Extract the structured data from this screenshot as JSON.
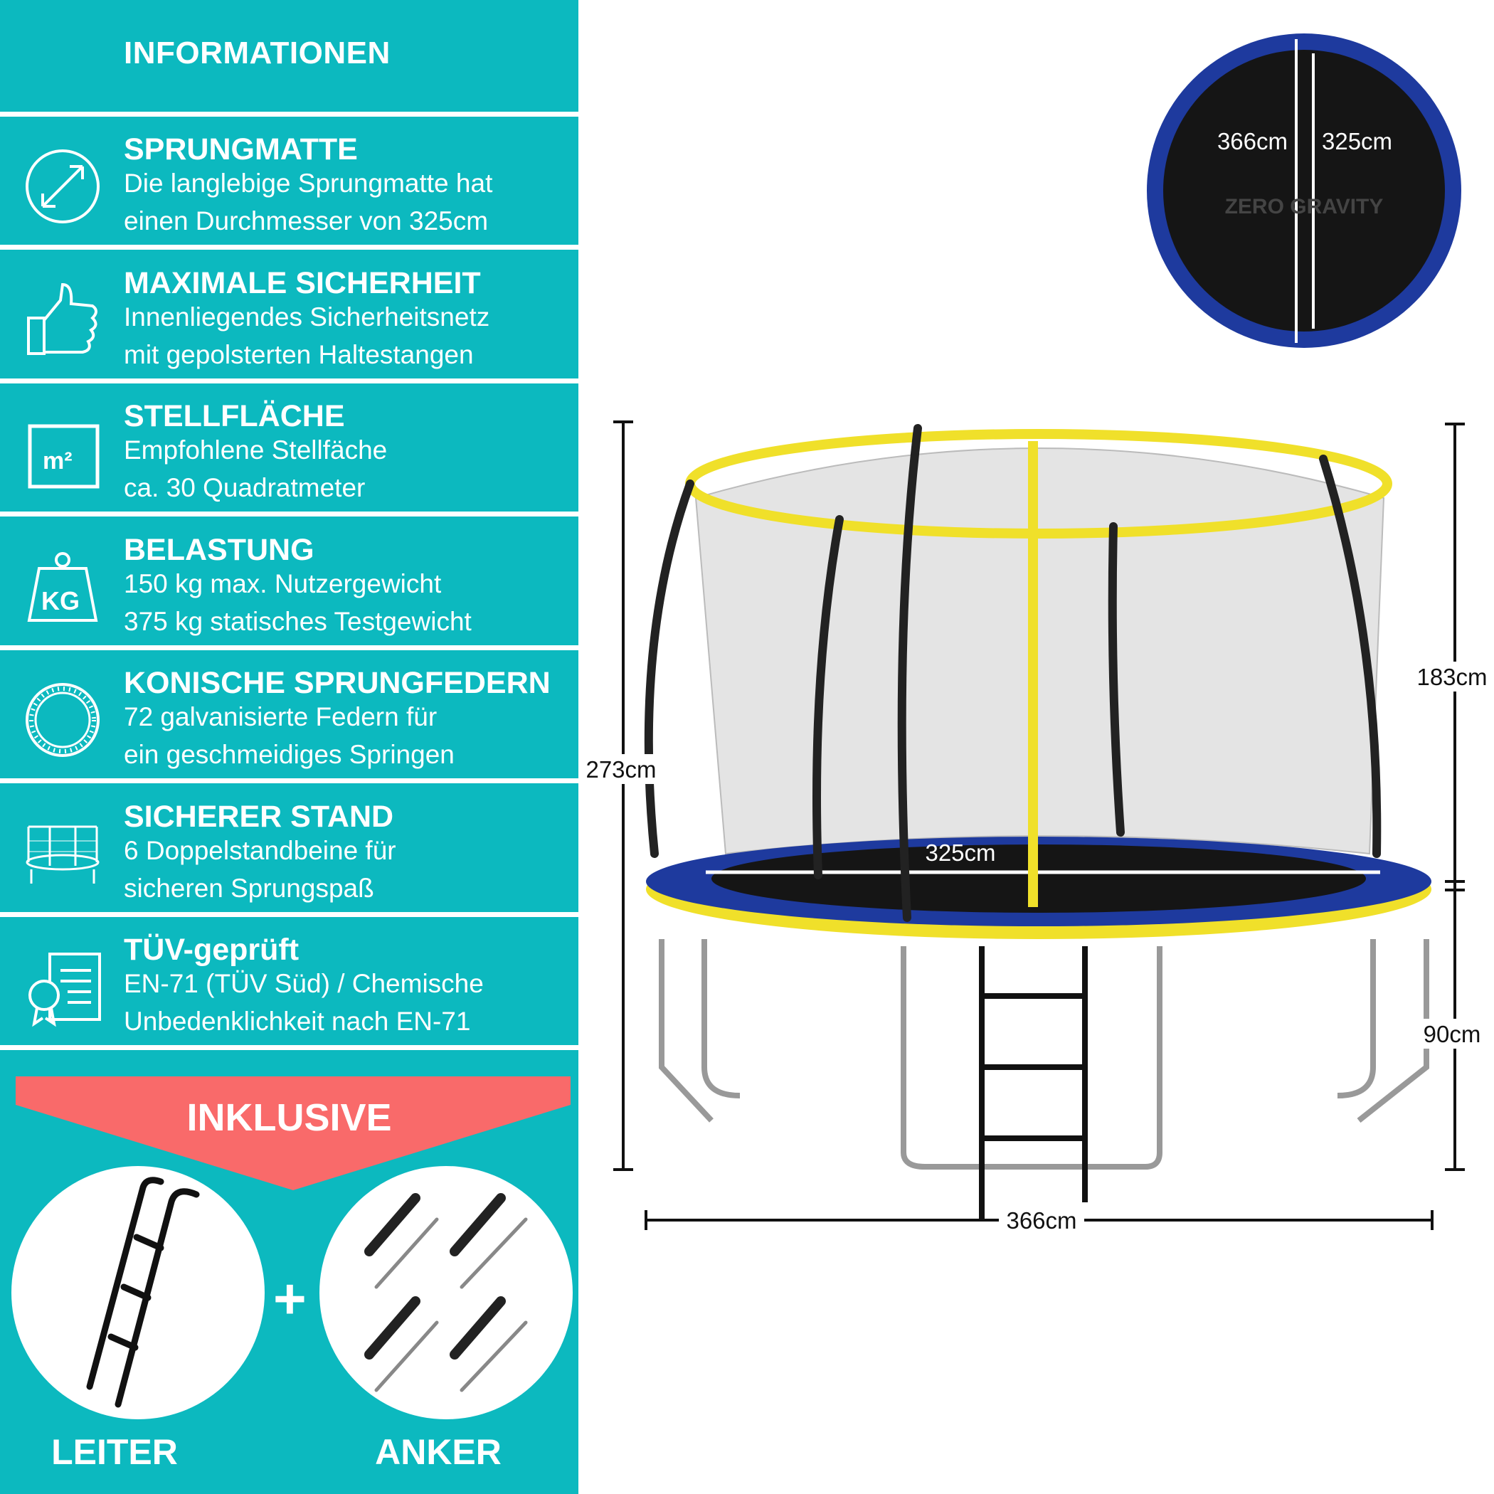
{
  "header": {
    "title": "INFORMATIONEN"
  },
  "features": [
    {
      "icon": "diameter-arrows-icon",
      "title": "SPRUNGMATTE",
      "lines": [
        "Die langlebige Sprungmatte hat",
        "einen Durchmesser von 325cm"
      ]
    },
    {
      "icon": "thumbs-up-icon",
      "title": "MAXIMALE SICHERHEIT",
      "lines": [
        "Innenliegendes Sicherheitsnetz",
        "mit gepolsterten Haltestangen"
      ]
    },
    {
      "icon": "square-meter-icon",
      "title": "STELLFLÄCHE",
      "lines": [
        "Empfohlene Stellfäche",
        "ca. 30 Quadratmeter"
      ]
    },
    {
      "icon": "kg-weight-icon",
      "title": "BELASTUNG",
      "lines": [
        "150 kg max. Nutzergewicht",
        "375 kg statisches Testgewicht"
      ]
    },
    {
      "icon": "spring-circle-icon",
      "title": "KONISCHE SPRUNGFEDERN",
      "lines": [
        "72 galvanisierte Federn für",
        "ein geschmeidiges Springen"
      ]
    },
    {
      "icon": "trampoline-icon",
      "title": "SICHERER STAND",
      "lines": [
        "6 Doppelstandbeine für",
        "sicheren Sprungspaß"
      ]
    },
    {
      "icon": "certificate-icon",
      "title": "TÜV-geprüft",
      "lines": [
        "EN-71 (TÜV Süd) / Chemische",
        "Unbedenklichkeit nach EN-71"
      ]
    }
  ],
  "inclusive": {
    "title": "INKLUSIVE",
    "plus": "+",
    "items": [
      {
        "label": "LEITER",
        "icon": "ladder-icon"
      },
      {
        "label": "ANKER",
        "icon": "anchor-set-icon"
      }
    ]
  },
  "mat_view": {
    "outer": "366cm",
    "inner": "325cm",
    "logo": "ZERO GRAVITY"
  },
  "dimensions": {
    "total_height": "273cm",
    "net_height": "183cm",
    "frame_height": "90cm",
    "width": "366cm",
    "mat": "325cm"
  },
  "colors": {
    "teal": "#0cb9bf",
    "coral": "#f96a6a",
    "pad_blue": "#1e3a9e",
    "pad_yellow": "#f0e02a"
  }
}
